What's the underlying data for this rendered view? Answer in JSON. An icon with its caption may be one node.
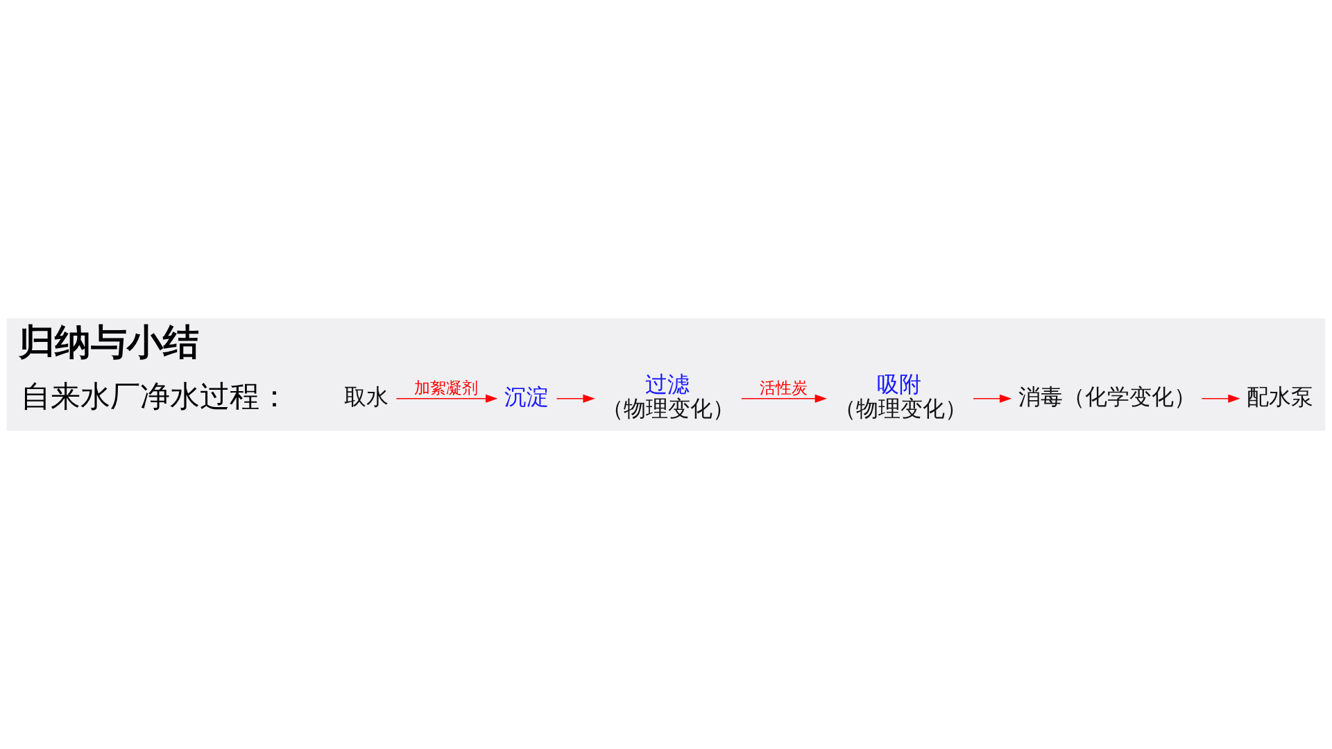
{
  "diagram": {
    "title": "归纳与小结",
    "nodes": [
      {
        "text": [
          "取水"
        ]
      },
      {
        "text": [
          "沉淀"
        ]
      },
      {
        "text": [
          "过滤",
          "（物理变化）"
        ]
      },
      {
        "text": [
          "吸附",
          "（物理变化）"
        ]
      },
      {
        "text": [
          "消毒（化学变化）"
        ]
      },
      {
        "text": [
          "配水泵"
        ]
      }
    ],
    "edges": [
      {
        "from": 0,
        "to": 1,
        "arrow": "to",
        "label": "加絮凝剂"
      },
      {
        "from": 1,
        "to": 2,
        "arrow": "to"
      },
      {
        "from": 2,
        "to": 3,
        "arrow": "to",
        "label": "活性炭"
      },
      {
        "from": 3,
        "to": 4,
        "arrow": "to"
      },
      {
        "from": 4,
        "to": 5,
        "arrow": "to"
      }
    ],
    "labels": [
      "自来水厂净水过程："
    ]
  }
}
